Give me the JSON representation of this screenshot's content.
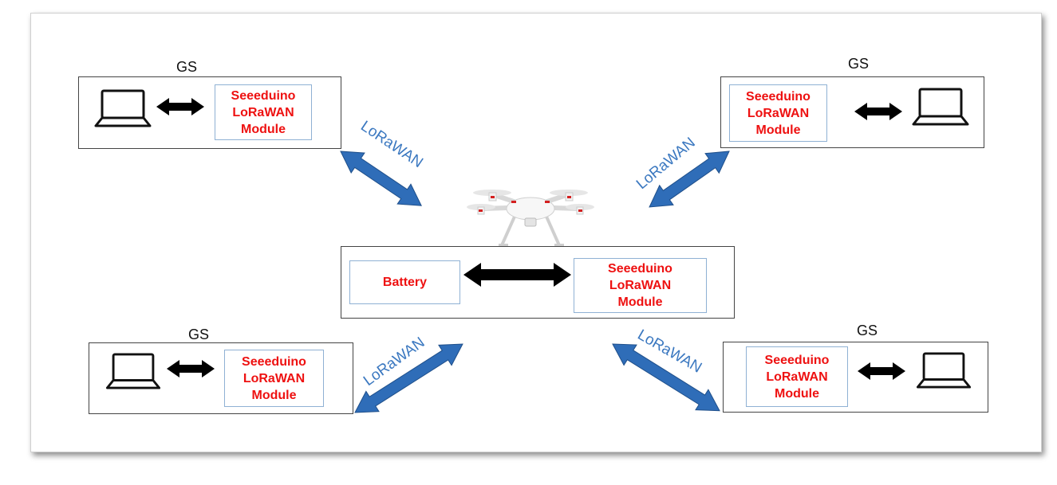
{
  "ground_stations": [
    {
      "label": "GS",
      "module_lines": [
        "Seeeduino",
        "LoRaWAN",
        "Module"
      ]
    },
    {
      "label": "GS",
      "module_lines": [
        "Seeeduino",
        "LoRaWAN",
        "Module"
      ]
    },
    {
      "label": "GS",
      "module_lines": [
        "Seeeduino",
        "LoRaWAN",
        "Module"
      ]
    },
    {
      "label": "GS",
      "module_lines": [
        "Seeeduino",
        "LoRaWAN",
        "Module"
      ]
    }
  ],
  "drone_unit": {
    "battery_label": "Battery",
    "module_lines": [
      "Seeeduino",
      "LoRaWAN",
      "Module"
    ]
  },
  "links": [
    "LoRaWAN",
    "LoRaWAN",
    "LoRaWAN",
    "LoRaWAN"
  ],
  "icons": [
    "laptop-icon",
    "double-arrow-icon",
    "drone-icon"
  ],
  "colors": {
    "module_text": "#ee1111",
    "link_arrow": "#2f6db8",
    "link_text": "#3b78c0"
  }
}
